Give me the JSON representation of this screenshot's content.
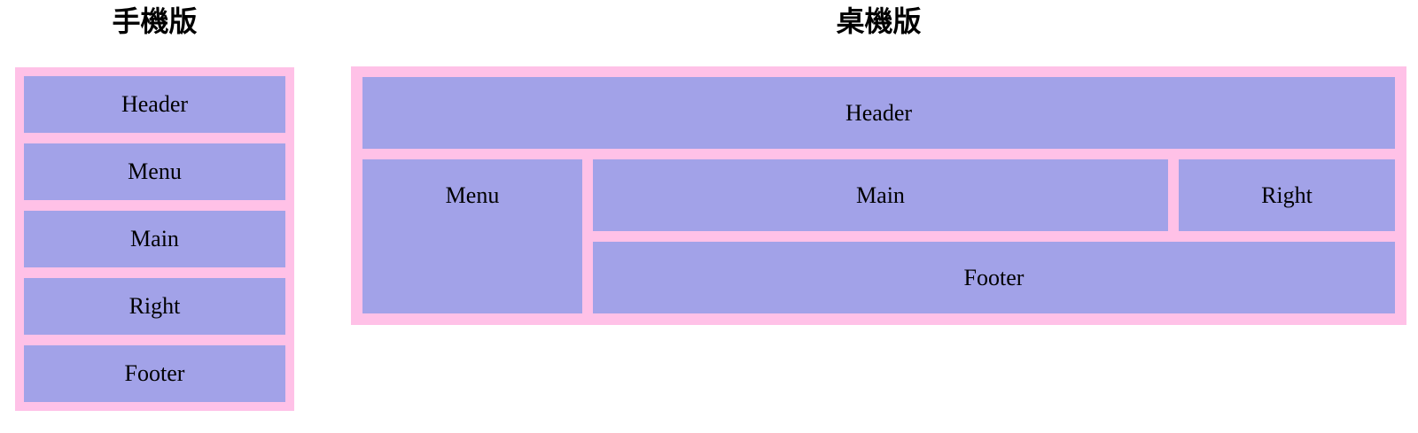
{
  "colors": {
    "page_background": "#ffffff",
    "frame_pink": "#ffc1e7",
    "box_purple": "#a2a2e8",
    "text_black": "#000000"
  },
  "mobile": {
    "title": "手機版",
    "boxes": [
      {
        "label": "Header"
      },
      {
        "label": "Menu"
      },
      {
        "label": "Main"
      },
      {
        "label": "Right"
      },
      {
        "label": "Footer"
      }
    ]
  },
  "desktop": {
    "title": "桌機版",
    "boxes": {
      "header": {
        "label": "Header"
      },
      "menu": {
        "label": "Menu"
      },
      "main": {
        "label": "Main"
      },
      "right": {
        "label": "Right"
      },
      "footer": {
        "label": "Footer"
      }
    }
  }
}
